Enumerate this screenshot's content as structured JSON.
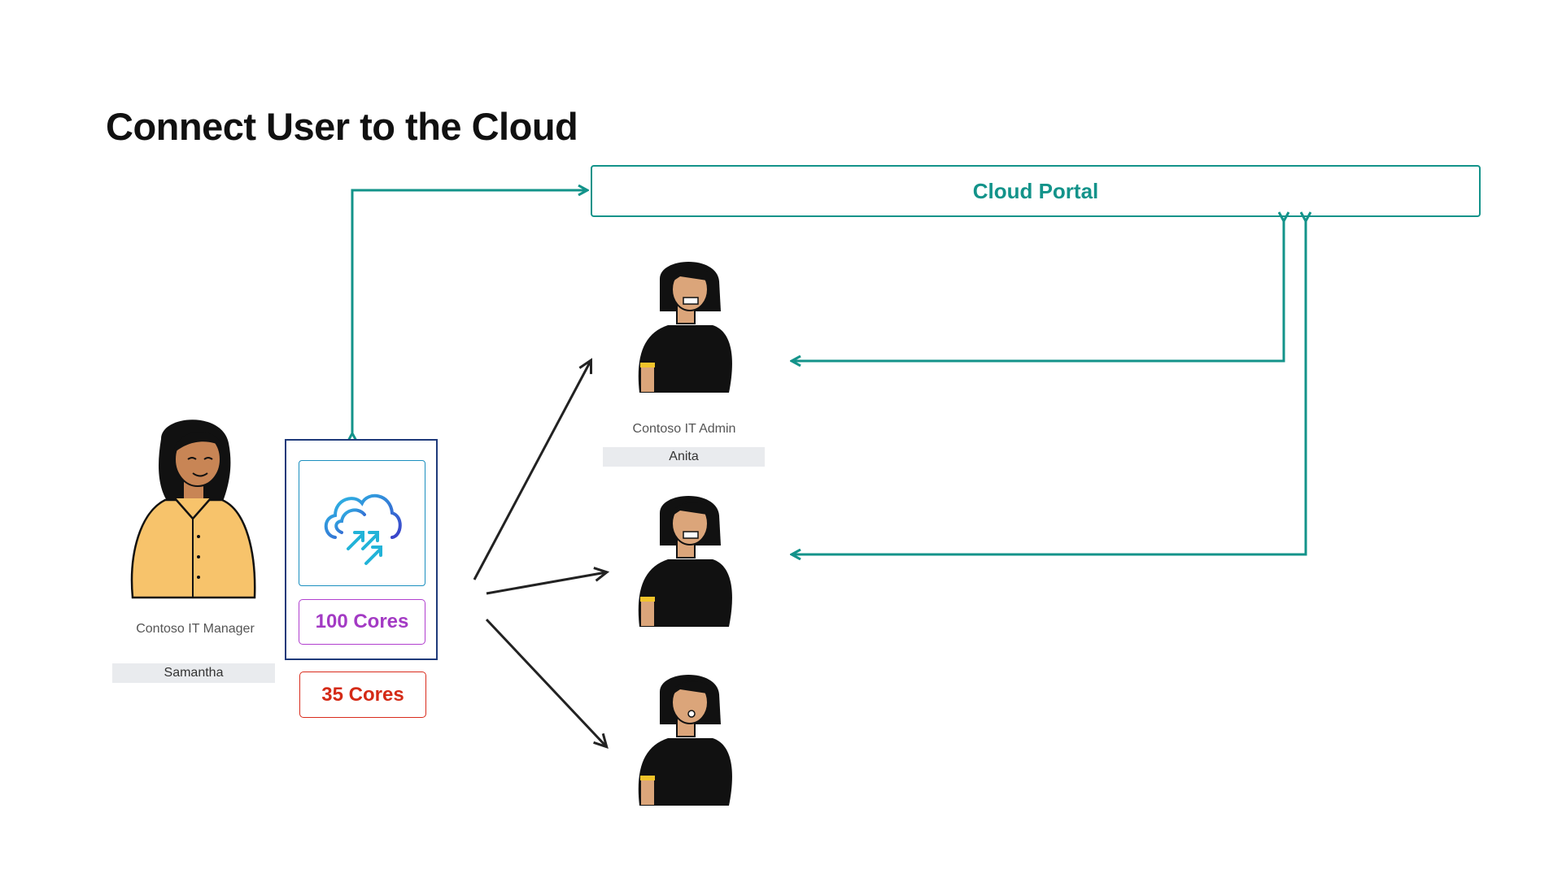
{
  "title": "Connect User to the Cloud",
  "cloud_portal": {
    "label": "Cloud Portal"
  },
  "manager": {
    "role": "Contoso IT Manager",
    "name": "Samantha"
  },
  "admin": {
    "role": "Contoso IT Admin",
    "name": "Anita"
  },
  "resource": {
    "icon": "cloud-upload-icon",
    "allocated_label": "100 Cores",
    "used_label": "35 Cores"
  },
  "figures": {
    "manager_illustration": "person-yellow-shirt-illustration",
    "admin_illustration": "person-black-top-illustration"
  },
  "colors": {
    "connector_teal": "#13938a",
    "arrow_dark": "#222222",
    "resource_border": "#1f3a7a",
    "cores_100": "#a33ac4",
    "cores_35": "#d42a16"
  }
}
